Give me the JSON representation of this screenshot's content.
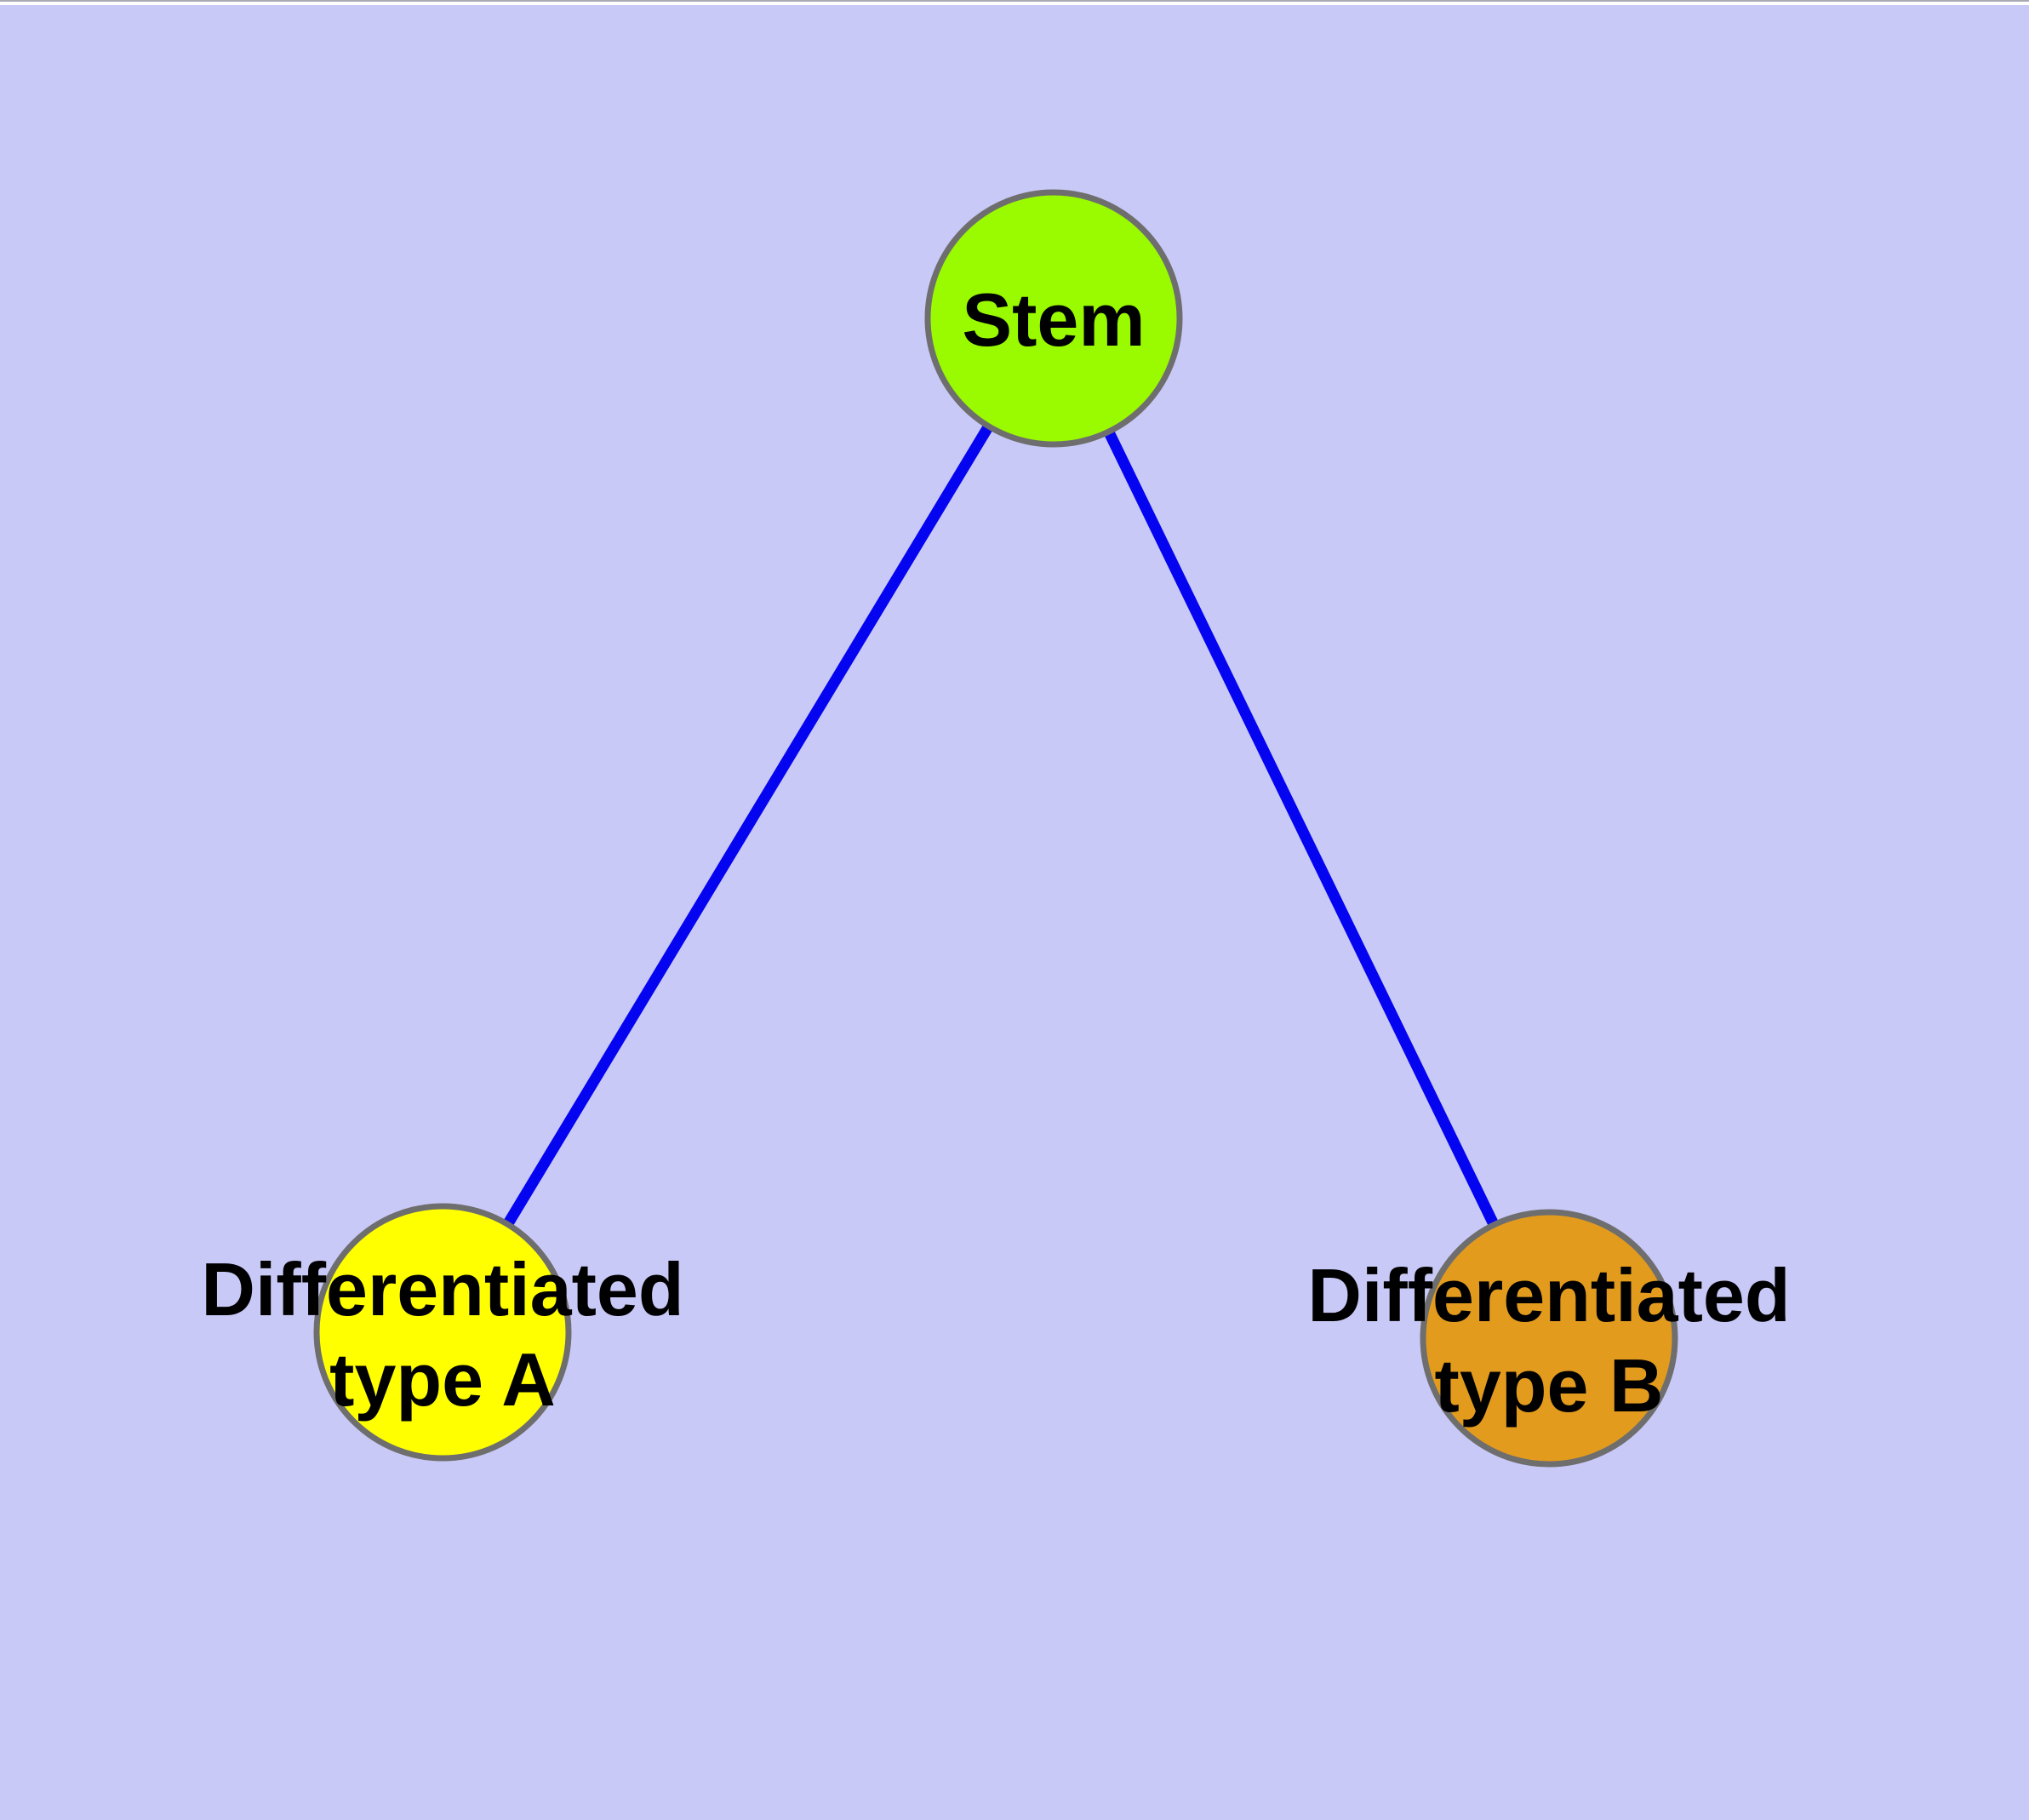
{
  "diagram": {
    "background_color": "#c9c9f7",
    "edge_color": "#0404f0",
    "node_border_color": "#6e6e6e",
    "text_color": "#000000",
    "nodes": [
      {
        "id": "stem",
        "fill": "#9afa00",
        "label_lines": [
          "Stem"
        ]
      },
      {
        "id": "differentiated-type-a",
        "fill": "#ffff00",
        "label_lines": [
          "Differentiated",
          "type A"
        ]
      },
      {
        "id": "differentiated-type-b",
        "fill": "#e39b1e",
        "label_lines": [
          "Differentiated",
          "type B"
        ]
      }
    ],
    "edges": [
      {
        "from": "stem",
        "to": "differentiated-type-a"
      },
      {
        "from": "stem",
        "to": "differentiated-type-b"
      }
    ]
  }
}
